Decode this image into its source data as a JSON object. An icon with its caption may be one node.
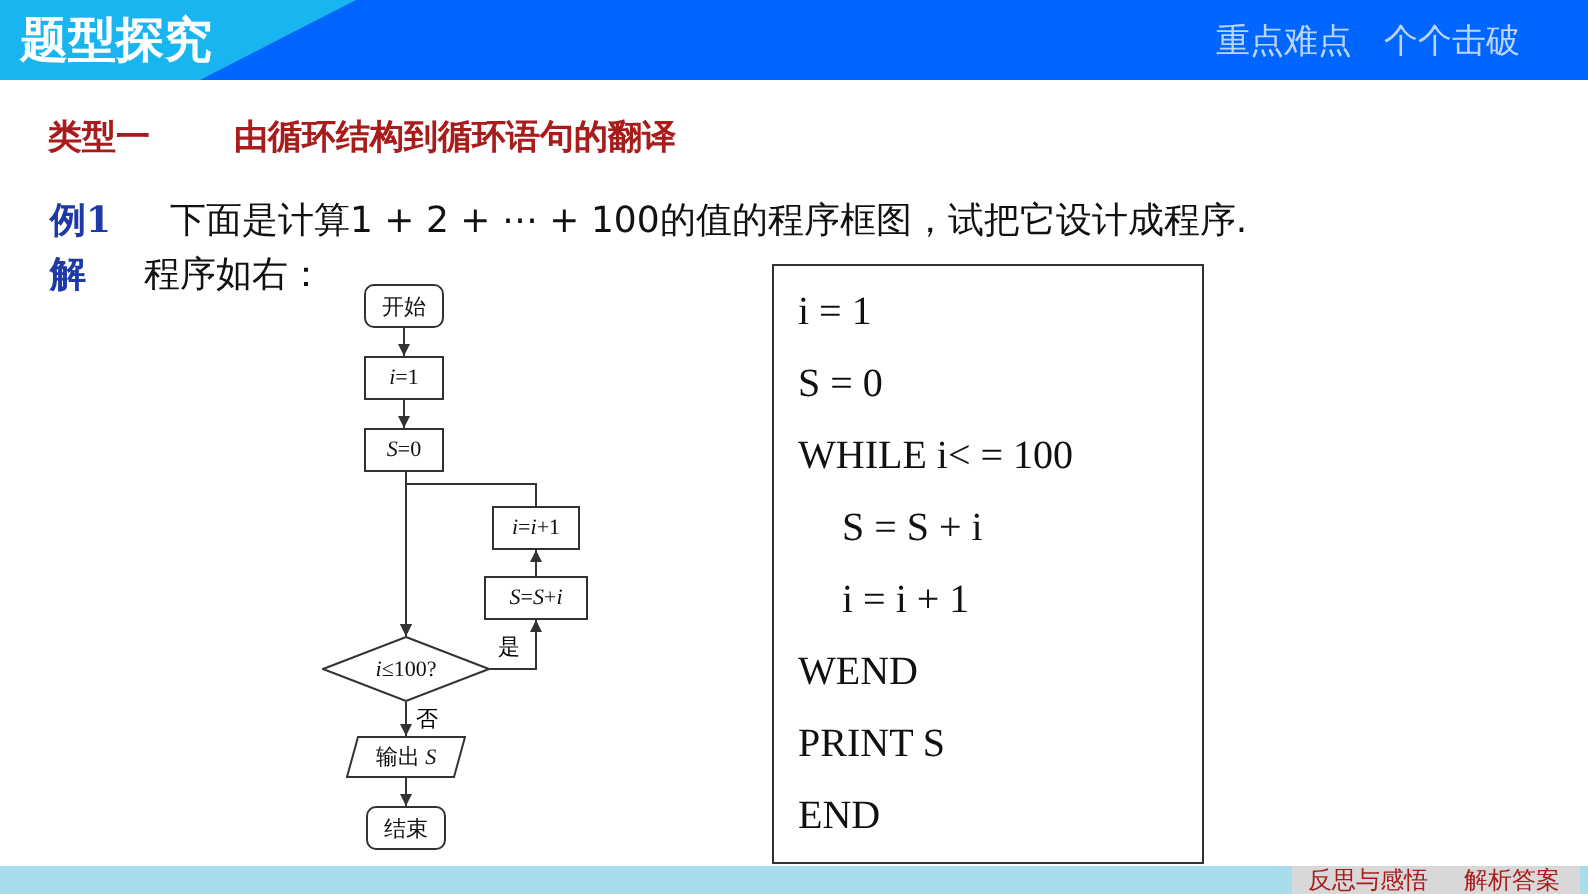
{
  "diagram": {
    "title": "题型探究",
    "nodes": [
      {
        "text": [
          "开始"
        ]
      },
      {
        "text": [
          "*i*=1"
        ]
      },
      {
        "text": [
          "*S*=0"
        ]
      },
      {
        "text": [
          "*i*=*i*+1"
        ]
      },
      {
        "text": [
          "*S*=*S*+*i*"
        ]
      },
      {
        "text": [
          "*i*≤100?"
        ]
      },
      {
        "text": [
          "输出 *S*"
        ]
      },
      {
        "text": [
          "结束"
        ]
      },
      {
        "text": [
          "i = 1",
          "S = 0",
          "WHILE i< = 100",
          "S = S + i",
          "i = i + 1",
          "WEND",
          "PRINT S",
          "END"
        ]
      }
    ],
    "edges": [
      {
        "from": 0,
        "to": 1,
        "arrow": "to"
      },
      {
        "from": 1,
        "to": 2,
        "arrow": "to"
      },
      {
        "from": 2,
        "to": 5,
        "arrow": "to"
      },
      {
        "from": 5,
        "to": 4,
        "arrow": "to",
        "label": "是"
      },
      {
        "from": 4,
        "to": 3,
        "arrow": "to"
      },
      {
        "from": 3,
        "to": 5,
        "arrow": "to"
      },
      {
        "from": 5,
        "to": 6,
        "arrow": "to",
        "label": "否"
      },
      {
        "from": 6,
        "to": 7,
        "arrow": "to"
      }
    ],
    "labels": [
      "重点难点",
      "个个击破",
      "类型一",
      "由循环结构到循环语句的翻译",
      "例1",
      "下面是计算1 + 2 + ⋯ + 100的值的程序框图，试把它设计成程序.",
      "解",
      "程序如右：",
      "反思与感悟",
      "解析答案"
    ]
  }
}
